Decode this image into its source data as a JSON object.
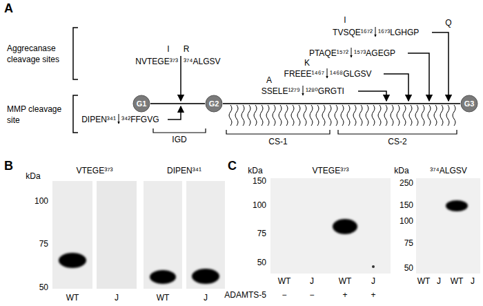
{
  "diagram": {
    "nodes": [
      {
        "text": [
          "G1"
        ]
      },
      {
        "text": [
          "G2"
        ]
      },
      {
        "text": [
          "G3"
        ]
      }
    ],
    "edges": [
      {
        "from": 0,
        "to": 1,
        "arrow": "none"
      },
      {
        "from": 1,
        "to": 2,
        "arrow": "none"
      }
    ],
    "labels": [
      "A",
      "Aggrecanase cleavage sites",
      "MMP cleavage site",
      "I",
      "NVTEGE³⁷³",
      "R",
      "³⁷⁴ALGSV",
      "I",
      "TVSQE¹⁶⁷²",
      "¹⁶⁷³LGHGP",
      "Q",
      "PTAQE¹⁵⁷²",
      "¹⁵⁷³AGEGP",
      "K",
      "FREEE¹⁴⁶⁷",
      "¹⁴⁶⁸GLGSV",
      "A",
      "SSELE¹²⁷⁹",
      "¹²⁸⁰GRGTI",
      "DIPEN³⁴¹",
      "³⁴²FFGVG",
      "IGD",
      "CS-1",
      "CS-2",
      "B",
      "VTEGE³⁷³",
      "DIPEN³⁴¹",
      "kDa",
      "100",
      "75",
      "50",
      "WT",
      "J",
      "WT",
      "J",
      "C",
      "kDa",
      "150",
      "100",
      "75",
      "50",
      "VTEGE³⁷³",
      "WT",
      "J",
      "WT",
      "J",
      "³⁷⁴ALGSV",
      "kDa",
      "250",
      "150",
      "100",
      "75",
      "50",
      "WT",
      "J",
      "WT",
      "J",
      "ADAMTS-5",
      "−",
      "−",
      "+",
      "+"
    ]
  }
}
